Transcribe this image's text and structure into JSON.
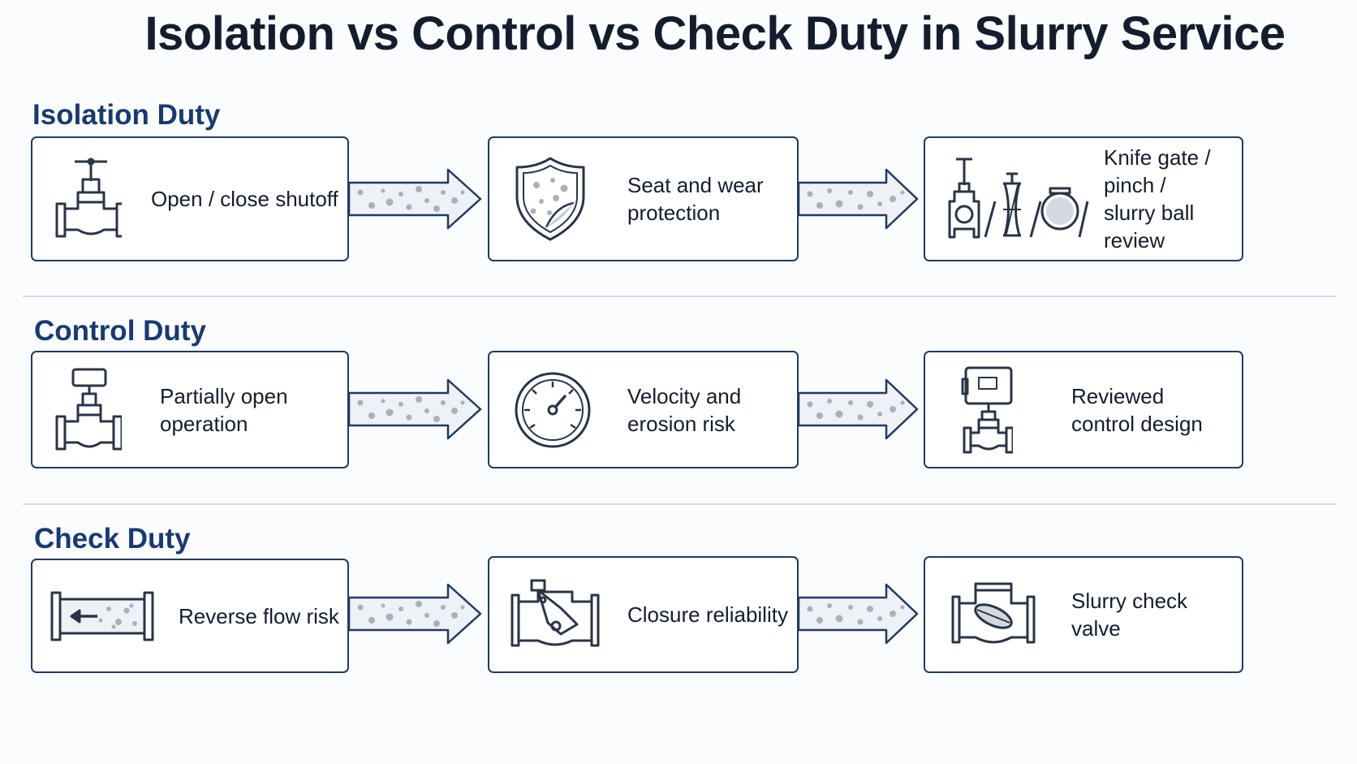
{
  "title": "Isolation vs Control vs Check Duty in Slurry Service",
  "sections": [
    {
      "name": "Isolation Duty",
      "steps": [
        {
          "label": "Open / close shutoff",
          "icon": "gate-valve-icon"
        },
        {
          "label": "Seat and wear\nprotection",
          "icon": "shield-icon"
        },
        {
          "label": "Knife gate /\npinch /\nslurry ball review",
          "icon": "knife-gate-pinch-ball-valve-icons"
        }
      ]
    },
    {
      "name": "Control Duty",
      "steps": [
        {
          "label": "Partially open\noperation",
          "icon": "actuated-valve-icon"
        },
        {
          "label": "Velocity and\nerosion risk",
          "icon": "gauge-icon"
        },
        {
          "label": "Reviewed\ncontrol design",
          "icon": "control-valve-icon"
        }
      ]
    },
    {
      "name": "Check Duty",
      "steps": [
        {
          "label": "Reverse flow risk",
          "icon": "reverse-flow-pipe-icon"
        },
        {
          "label": "Closure reliability",
          "icon": "swing-check-valve-icon"
        },
        {
          "label": "Slurry check valve",
          "icon": "check-valve-icon"
        }
      ]
    }
  ],
  "colors": {
    "border": "#1f3a66",
    "section_title": "#183a72",
    "arrow_fill": "#eef1f5",
    "slurry_dots": "#a9b1bd"
  }
}
